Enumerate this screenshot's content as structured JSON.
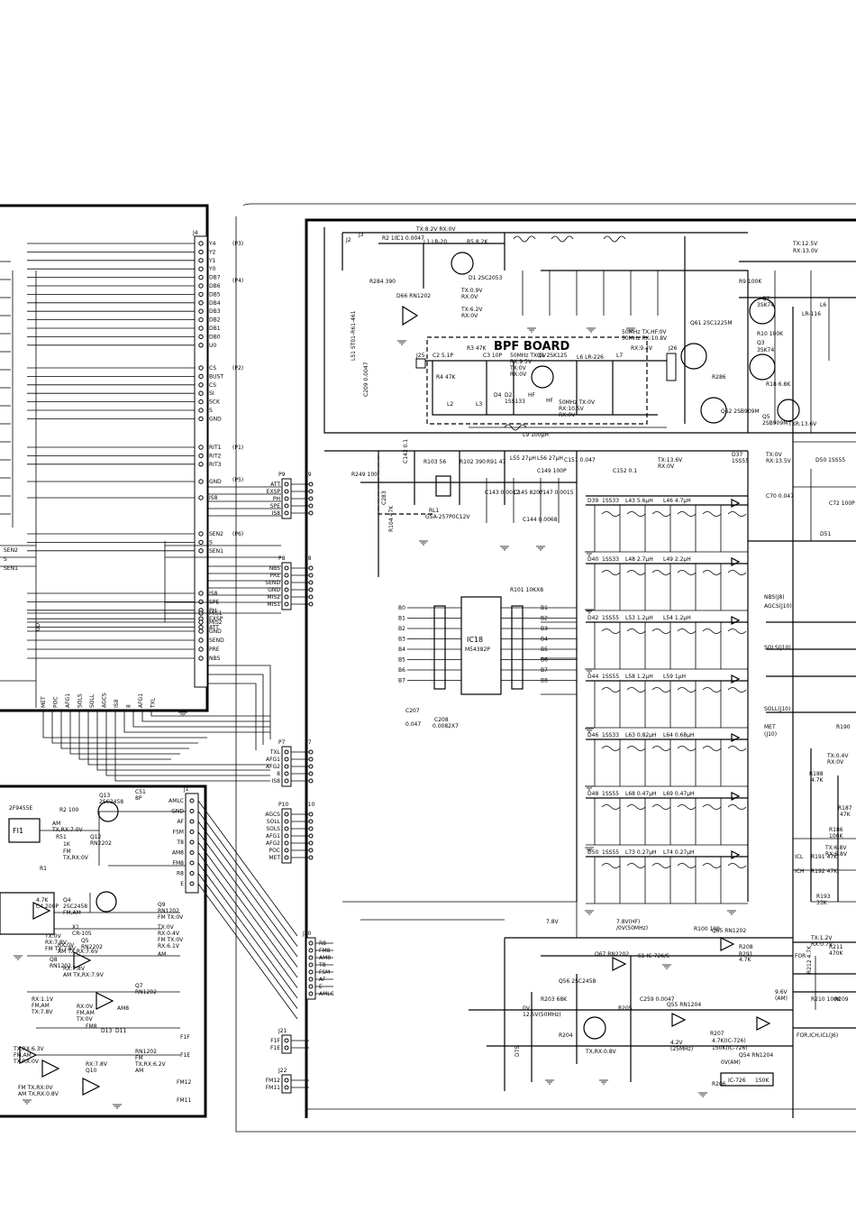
{
  "bpf_title": "BPF BOARD",
  "connectors": {
    "j4": {
      "ref": "J4",
      "pins": [
        "Y4",
        "Y2",
        "Y1",
        "Y0",
        "DB7",
        "DB6",
        "DB5",
        "DB4",
        "DB3",
        "DB2",
        "DB1",
        "DB0",
        "U0",
        "CS",
        "BUST",
        "CS",
        "SI",
        "SCK",
        "S",
        "GND",
        "RIT1",
        "RIT2",
        "RIT3",
        "GND",
        "IS8",
        "SEN2",
        "S",
        "SEN1",
        "IS8",
        "SPE",
        "PH",
        "EXSP",
        "ATT",
        "MIS1",
        "MIS2",
        "GND",
        "SEND",
        "PRE",
        "NBS"
      ],
      "groups": [
        "(P3)",
        "(P4)",
        "(P2)",
        "(P1)",
        "(P5)",
        "(P6)"
      ]
    },
    "p9": {
      "ref": "P9",
      "pins": [
        "ATT",
        "EXSP",
        "PH",
        "SPE",
        "IS8"
      ]
    },
    "p8": {
      "ref": "P8",
      "pins": [
        "NBS",
        "PRE",
        "SEND",
        "GND",
        "MIS2",
        "MIS1"
      ]
    },
    "p7": {
      "ref": "P7",
      "pins": [
        "TXL",
        "AFG1",
        "AFG2",
        "8",
        "IS8"
      ]
    },
    "p10": {
      "ref": "P10",
      "pins": [
        "AGCS",
        "SOLL",
        "SOLS",
        "AFG1",
        "AFG2",
        "POC",
        "MET"
      ]
    },
    "j1": {
      "ref": "J1",
      "pins": [
        "AMLC",
        "GND",
        "AF",
        "FSM",
        "T8",
        "AM8",
        "FM8",
        "R8",
        "E"
      ]
    },
    "j20": {
      "ref": "J20",
      "pins": [
        "R8",
        "FM8",
        "AM8",
        "T8",
        "FSM",
        "AF",
        "E",
        "AMLC"
      ]
    },
    "j21": {
      "ref": "J21",
      "pins": [
        "F1F",
        "F1E"
      ]
    },
    "j22": {
      "ref": "J22",
      "pins": [
        "FM12",
        "FM11"
      ]
    },
    "others": [
      "J9",
      "J8",
      "J7",
      "J10",
      "J25",
      "J26",
      "P1",
      "P2"
    ]
  },
  "left_bus_labels": [
    "SEN2",
    "S",
    "SEN1",
    "UD",
    "MET",
    "POC",
    "AFG1",
    "SOLS",
    "SOLL",
    "AGCS",
    "IS8",
    "8",
    "AFG1",
    "TXL"
  ],
  "ic18": {
    "ref": "IC18",
    "part": "M54382P",
    "in_pins": [
      "B0",
      "B1",
      "B2",
      "B3",
      "B4",
      "B5",
      "B6",
      "B7"
    ],
    "out_pins": [
      "B1",
      "B2",
      "B3",
      "B4",
      "B5",
      "B6",
      "B7",
      "B8"
    ]
  },
  "r101": "R101 10KX8",
  "filter_bank": [
    {
      "d": "D39",
      "type": "1SS33",
      "l1": "L43 5.6μH",
      "l2": "L46 4.7μH"
    },
    {
      "d": "D40",
      "type": "1SS33",
      "l1": "L48 2.7μH",
      "l2": "L49 2.2μH"
    },
    {
      "d": "D42",
      "type": "1SS55",
      "l1": "L53 1.2μH",
      "l2": "L54 1.2μH"
    },
    {
      "d": "D44",
      "type": "1SS55",
      "l1": "L58 1.2μH",
      "l2": "L59 1μH"
    },
    {
      "d": "D46",
      "type": "1SS33",
      "l1": "L63 0.82μH",
      "l2": "L64 0.68μH"
    },
    {
      "d": "D48",
      "type": "1SS55",
      "l1": "L68 0.47μH",
      "l2": "L69 0.47μH"
    },
    {
      "d": "D50",
      "type": "1SS55",
      "l1": "L73 0.27μH",
      "l2": "L74 0.27μH"
    }
  ],
  "right_labels": [
    "NBS(J8)",
    "AGCS(J10)",
    "SOLS(J10)",
    "SOLL(J10)",
    "MET",
    "(J10)",
    "R190",
    "TX:0.4V",
    "RX:0V",
    "R188",
    "4.7K",
    "R187",
    "47K",
    "R186",
    "100K",
    "TX:6.8V",
    "RX:6.8V",
    "ICL",
    "R191 47K",
    "ICH",
    "R192 47K",
    "R193",
    "33K",
    "TX:1.2V",
    "RX:0.7V",
    "FOR",
    "R211",
    "470K",
    "R212 4.7K",
    "R210 100K",
    "FOR,ICH,ICL(J6)",
    "R209"
  ],
  "top_labels": [
    "TX:8.2V RX:0V",
    "J2",
    "J3",
    "R2 10",
    "C1 0.0047",
    "L1 LR-20",
    "R5 8.2K",
    "D1 2SC2053",
    "TX:0.9V",
    "RX:0V",
    "TX:6.2V",
    "RX:0V",
    "D66 RN1202",
    "R284 390",
    "L51 ST01-R61-461",
    "C209 0.0047",
    "TX:12.5V",
    "RX:13.0V",
    "R9 100K",
    "Q2",
    "3SK74",
    "L6",
    "LR-116",
    "R10 100K",
    "Q3",
    "3SK74",
    "R18 6.8K",
    "Q61 2SC1225M",
    "TXR:13.6V",
    "Q62 2SB909M",
    "Q5",
    "2SB909M",
    "TX:13.6V",
    "RX:0V",
    "D37",
    "1SS55",
    "TX:0V",
    "RX:13.5V",
    "D50 1SS55",
    "C70 0.047",
    "C72 100P",
    "D51",
    "R286"
  ],
  "bpf": {
    "labels": [
      "R3 47K",
      "J25",
      "C2 5.1P",
      "C3 10P",
      "50MHz TX:0V",
      "RX:9.5V",
      "TX:0V",
      "RX:0V",
      "Q1 2SK125",
      "HF",
      "L6 LR-226",
      "L7",
      "50MHz TX,HF:0V",
      "50MHz RX:10.8V",
      "RX:9.4V",
      "J26",
      "R4 47K",
      "L2",
      "L3",
      "D4",
      "D2",
      "1SS133",
      "HF",
      "50MHz TX:0V",
      "RX:10.5V",
      "RX:0V",
      "L9 100μH"
    ]
  },
  "mid_labels": [
    "R249 100",
    "C143 0.0012",
    "C144 0.0068",
    "C145 820P",
    "C147 0.0015",
    "C149 100P",
    "C151 0.047",
    "C152 0.1",
    "R104 47K",
    "RL1",
    "GSA-257P0C12V",
    "R102 390",
    "R91 47",
    "L55 27μH",
    "L56 27μH",
    "R103 56",
    "C142 0.1",
    "C283",
    "C207",
    "C208",
    "0.0082X7",
    "0.047"
  ],
  "bottom_labels": [
    "7.8V",
    "7.8V(HF)",
    "/0V(50MHz)",
    "S1 IC-726/S",
    "Q67 RN2202",
    "Q65 RN1202",
    "R291",
    "R208",
    "4.7K",
    "Q56 2SC2458",
    "R203 68K",
    "R204",
    "R205",
    "R206",
    "C259 0.0047",
    "Q55 RN1204",
    "R207",
    "4.7K(IC-726)",
    "150K(IC-726)",
    "Q54 RN1204",
    "IC-726",
    "150K",
    "0V",
    "12.5V(50MHz)",
    "TX,RX:0.8V",
    "4.2V",
    "(25MHz)",
    "0V(AM)",
    "9.6V",
    "(AM)",
    "D75",
    "R100 100"
  ],
  "left_box_labels": [
    "FI1",
    "2F9455E",
    "R2 100",
    "Q13",
    "2SC2458",
    "C51",
    "8P",
    "Q12",
    "RN2202",
    "R51",
    "1K",
    "FM",
    "TX,RX:0V",
    "AM",
    "TX,RX:7.0V",
    "R1",
    "4.7K",
    "C4 200P",
    "X1",
    "CR-105",
    "Q4",
    "2SC2458",
    "FM,AM",
    "TX:0V",
    "RX:7.8V",
    "FM TX:7.8V",
    "RX:0V",
    "AM TX,RX:7.6V",
    "Q5",
    "RN2202",
    "Q9",
    "RN1202",
    "FM TX:0V",
    "RX:7.8V",
    "AM TX,RX:7.9V",
    "Q8",
    "RN1202",
    "Q7",
    "RN1202",
    "TX:0V",
    "RX:0.4V",
    "FM TX:0V",
    "RX:6.1V",
    "AM",
    "RX:1.1V",
    "FM,AM",
    "TX:7.8V",
    "RX:0V",
    "FM,AM",
    "TX:0V",
    "RX:7.8V",
    "Q10",
    "RN1202",
    "FM",
    "TX,RX:6.2V",
    "AM",
    "TX,RX:6.3V",
    "FM,AM",
    "TX,RX:0V",
    "FM TX,RX:0V",
    "AM TX,RX:0.8V",
    "D13",
    "D11",
    "FM8",
    "AM8",
    "F1F",
    "F1E",
    "FM12",
    "FM11"
  ]
}
